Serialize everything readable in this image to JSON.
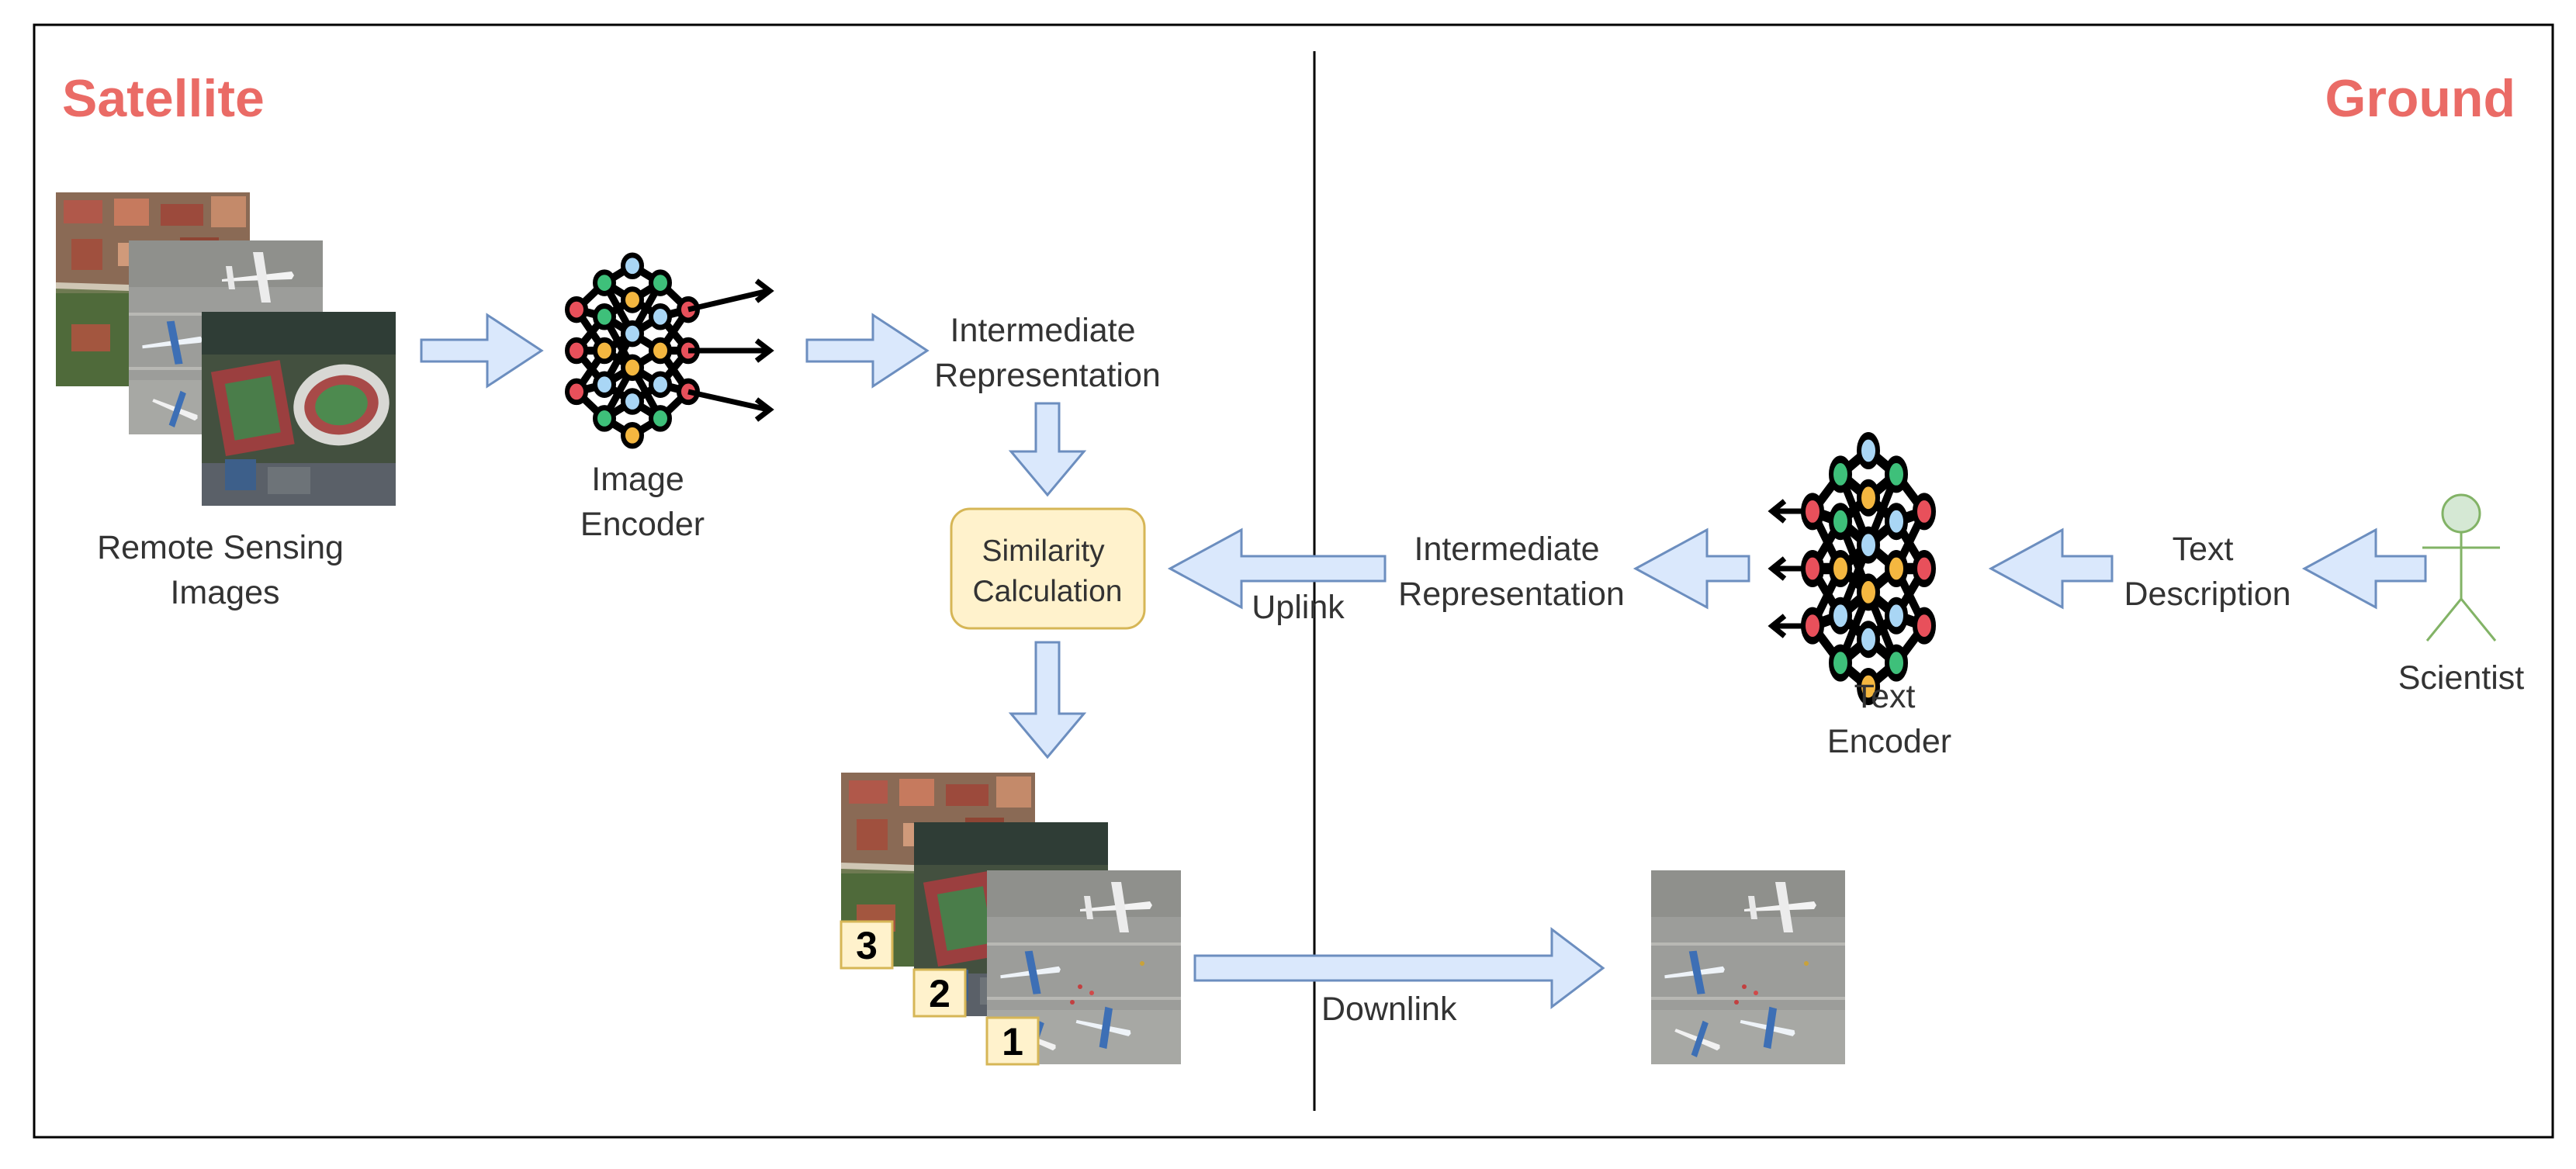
{
  "sections": {
    "satellite": "Satellite",
    "ground": "Ground"
  },
  "nodes": {
    "remote_sensing_images": [
      "Remote Sensing",
      "Images"
    ],
    "image_encoder": [
      "Image",
      "Encoder"
    ],
    "intermediate_representation_satellite": [
      "Intermediate",
      "Representation"
    ],
    "similarity_calculation": [
      "Similarity",
      "Calculation"
    ],
    "intermediate_representation_ground": [
      "Intermediate",
      "Representation"
    ],
    "text_encoder": [
      "Text",
      "Encoder"
    ],
    "text_description": [
      "Text",
      "Description"
    ],
    "scientist": "Scientist"
  },
  "links": {
    "uplink": "Uplink",
    "downlink": "Downlink"
  },
  "ranking": [
    "1",
    "2",
    "3"
  ],
  "icons": {
    "neural_network": "neural-network-icon",
    "person": "stick-figure-icon",
    "satellite_image": "aerial-photo-icon"
  },
  "colors": {
    "section_title": "#ea6b66",
    "arrow_fill": "#dae8fc",
    "arrow_stroke": "#6c8ebf",
    "box_fill": "#fff2cc",
    "box_stroke": "#d6b656",
    "person_fill": "#d5e8d4",
    "person_stroke": "#82b366",
    "node_red": "#e8505b",
    "node_blue": "#a9d6f5",
    "node_orange": "#f4b740",
    "node_green": "#3ec07a"
  }
}
